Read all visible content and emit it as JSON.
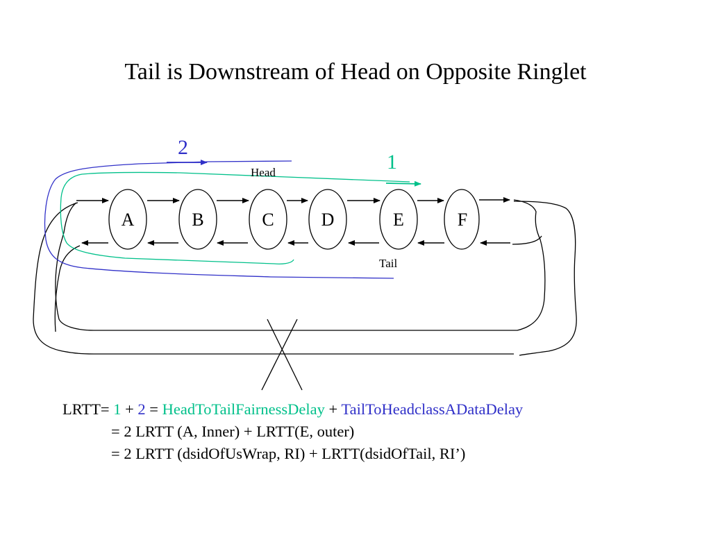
{
  "title": "Tail is Downstream of Head on Opposite Ringlet",
  "nodes": [
    "A",
    "B",
    "C",
    "D",
    "E",
    "F"
  ],
  "labels": {
    "head": "Head",
    "tail": "Tail",
    "path1": "1",
    "path2": "2"
  },
  "colors": {
    "path1": "#00c08a",
    "path2": "#3030c8",
    "ring": "#000000"
  },
  "formula": {
    "line1": {
      "prefix": "LRTT= ",
      "n1": "1",
      "plus1": " + ",
      "n2": "2",
      "eq": " = ",
      "term1": "HeadToTailFairnessDelay",
      "plus2": " + ",
      "term2": "TailToHeadclassADataDelay"
    },
    "line2": "= 2 LRTT (A, Inner) + LRTT(E, outer)",
    "line3": "= 2 LRTT (dsidOfUsWrap, RI) + LRTT(dsidOfTail, RI’)"
  }
}
